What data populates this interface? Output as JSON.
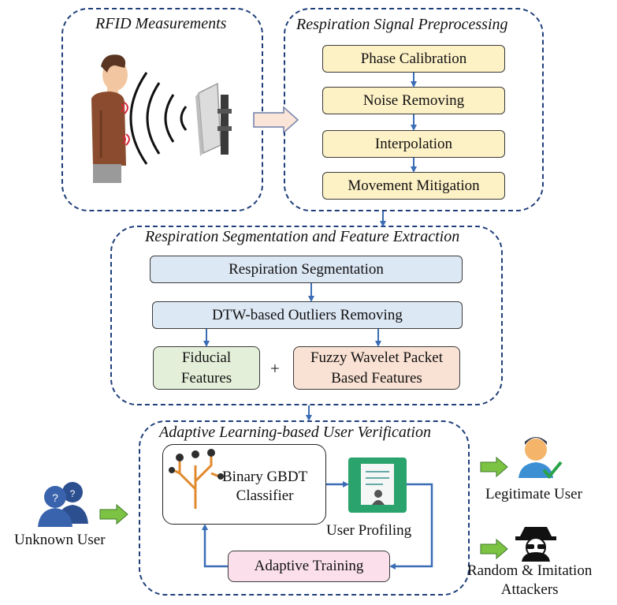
{
  "panels": {
    "rfid": "RFID Measurements",
    "preprocessing": "Respiration Signal Preprocessing",
    "segmentation": "Respiration Segmentation and Feature Extraction",
    "verification": "Adaptive Learning-based User Verification"
  },
  "preprocessing_steps": [
    "Phase Calibration",
    "Noise Removing",
    "Interpolation",
    "Movement Mitigation"
  ],
  "segmentation_steps": {
    "segmentation": "Respiration Segmentation",
    "dtw": "DTW-based Outliers Removing",
    "fiducial_line1": "Fiducial",
    "fiducial_line2": "Features",
    "plus": "+",
    "wavelet_line1": "Fuzzy Wavelet Packet",
    "wavelet_line2": "Based Features"
  },
  "verification": {
    "classifier_line1": "Binary GBDT",
    "classifier_line2": "Classifier",
    "profiling": "User Profiling",
    "training": "Adaptive Training"
  },
  "inputs": {
    "unknown_user": "Unknown User"
  },
  "outputs": {
    "legitimate": "Legitimate User",
    "attackers_line1": "Random & Imitation",
    "attackers_line2": "Attackers"
  },
  "colors": {
    "dashed_border": "#1f3f7a",
    "arrow_blue": "#3a6db5",
    "arrow_green": "#7cc243",
    "step_yellow": "#fdf1c6",
    "step_blue": "#dde8f5"
  }
}
